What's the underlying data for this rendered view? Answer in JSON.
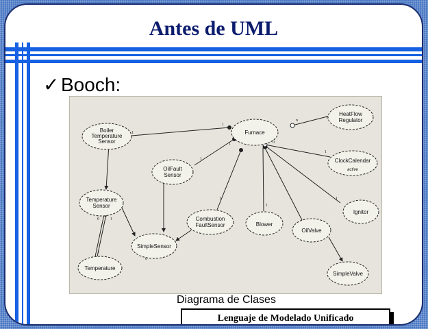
{
  "slide": {
    "title": "Antes de UML",
    "bullet_mark": "✓",
    "bullet": "Booch:",
    "caption": "Diagrama de Clases",
    "footer": "Lenguaje de Modelado Unificado"
  },
  "diagram": {
    "classes": {
      "boiler": [
        "Boiler",
        "Temperature",
        "Sensor"
      ],
      "furnace": [
        "Furnace"
      ],
      "heatflow": [
        "HeatFlow",
        "Regulator"
      ],
      "oilfault": [
        "OilFault",
        "Sensor"
      ],
      "clock": [
        "ClockCalendar"
      ],
      "clock_tag": "active",
      "tempsensor": [
        "Temperature",
        "Sensor"
      ],
      "combustion": [
        "Combustion",
        "FaultSensor"
      ],
      "blower": [
        "Blower"
      ],
      "oilvalve": [
        "OilValve"
      ],
      "ignitor": [
        "Ignitor"
      ],
      "simplesensor": [
        "SimpleSensor"
      ],
      "temperature": [
        "Temperature"
      ],
      "simplevalve": [
        "SimpleValve"
      ]
    },
    "multiplicities": [
      "1",
      "1",
      "n",
      "1",
      "1",
      "1",
      "1",
      "0",
      "1",
      "1",
      "1",
      "0",
      "1",
      "1",
      "0"
    ]
  }
}
